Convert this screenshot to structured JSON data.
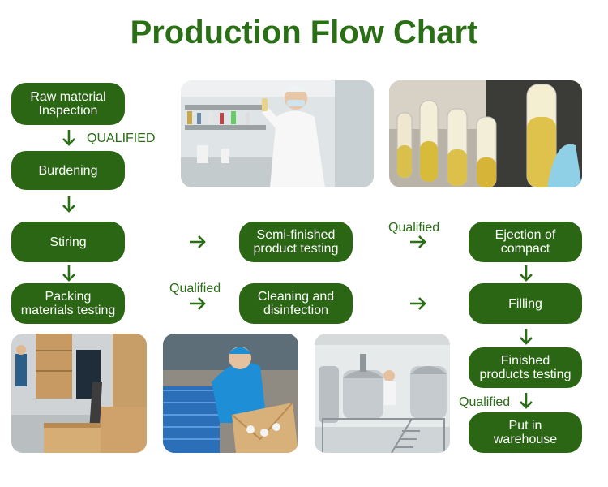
{
  "title": "Production Flow Chart",
  "steps": {
    "raw_material": "Raw material\nInspection",
    "burdening": "Burdening",
    "stiring": "Stiring",
    "semi_finished": "Semi-finished\nproduct testing",
    "ejection": "Ejection of\ncompact",
    "packing": "Packing\nmaterials testing",
    "cleaning": "Cleaning and\ndisinfection",
    "filling": "Filling",
    "finished": "Finished\nproducts testing",
    "warehouse": "Put in\nwarehouse"
  },
  "labels": {
    "qualified_caps": "QUALIFIED",
    "qualified_1": "Qualified",
    "qualified_2": "Qualified",
    "qualified_3": "Qualified"
  },
  "colors": {
    "box": "#2a6613",
    "title": "#2a6e16",
    "arrow": "#2a6e16"
  },
  "photos": [
    "lab-technician-photo",
    "test-tubes-photo",
    "warehouse-boxes-photo",
    "packing-worker-photo",
    "mixing-tanks-photo"
  ]
}
